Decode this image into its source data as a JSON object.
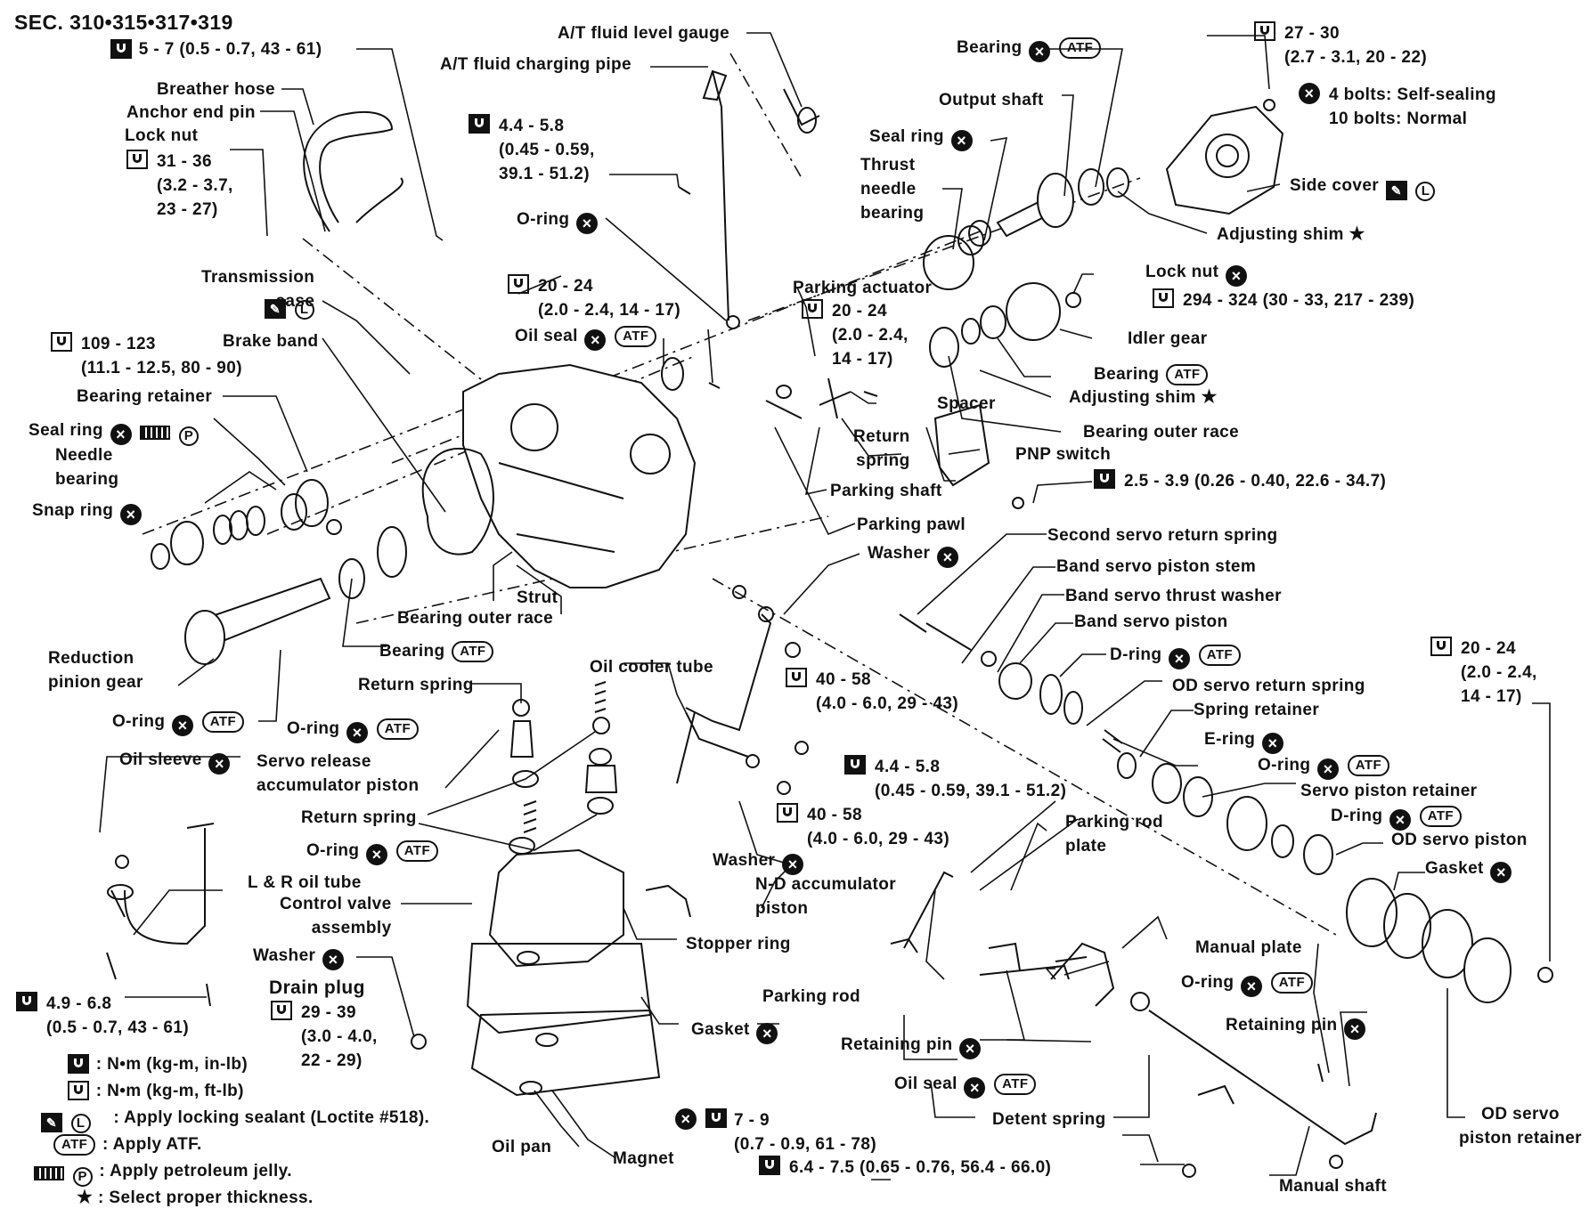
{
  "section": "SEC. 310•315•317•319",
  "labels": {
    "torque_5_7": "5 - 7 (0.5 - 0.7, 43 - 61)",
    "breather_hose": "Breather hose",
    "anchor_end_pin": "Anchor end pin",
    "lock_nut_left": "Lock nut",
    "torque_31_36": "31 - 36\n(3.2 - 3.7,\n23 - 27)",
    "transmission_case": "Transmission\ncase",
    "brake_band": "Brake band",
    "torque_109_123": "109 - 123\n(11.1 - 12.5, 80 - 90)",
    "bearing_retainer": "Bearing retainer",
    "seal_ring_left": "Seal ring",
    "needle_bearing": "Needle\nbearing",
    "snap_ring": "Snap ring",
    "af_level_gauge": "A/T fluid level gauge",
    "af_charging_pipe": "A/T fluid charging pipe",
    "torque_4_4_top": "4.4 - 5.8\n(0.45 - 0.59,\n39.1 - 51.2)",
    "oring_top": "O-ring",
    "torque_20_24_a": "20 - 24\n(2.0 - 2.4, 14 - 17)",
    "oil_seal_top": "Oil seal",
    "strut": "Strut",
    "bearing_outer_race_left": "Bearing outer race",
    "bearing_left": "Bearing",
    "reduction_pinion_gear": "Reduction\npinion gear",
    "oring_left1": "O-ring",
    "oring_left2": "O-ring",
    "return_spring_1": "Return spring",
    "oil_cooler_tube": "Oil cooler tube",
    "oil_sleeve": "Oil sleeve",
    "servo_release": "Servo release\naccumulator piston",
    "return_spring_2": "Return spring",
    "oring_left3": "O-ring",
    "lr_oil_tube": "L & R oil tube",
    "control_valve": "Control valve\nassembly",
    "washer_left": "Washer",
    "drain_plug": "Drain plug",
    "torque_29_39": "29 - 39\n(3.0 - 4.0,\n22 - 29)",
    "torque_4_9": "4.9 - 6.8\n(0.5 - 0.7, 43 - 61)",
    "stopper_ring": "Stopper ring",
    "gasket_pan": "Gasket",
    "oil_pan": "Oil pan",
    "magnet": "Magnet",
    "torque_7_9": "7 - 9\n(0.7 - 0.9, 61 - 78)",
    "torque_6_4": "6.4 - 7.5 (0.65 - 0.76, 56.4 - 66.0)",
    "bearing_top": "Bearing",
    "output_shaft": "Output shaft",
    "seal_ring_top": "Seal ring",
    "thrust_needle": "Thrust\nneedle\nbearing",
    "torque_27_30": "27 - 30\n(2.7 - 3.1, 20 - 22)",
    "bolts_note": "4 bolts: Self-sealing\n10 bolts: Normal",
    "side_cover": "Side cover",
    "adjusting_shim_1": "Adjusting shim",
    "parking_actuator": "Parking actuator",
    "torque_20_24_b": "20 - 24\n(2.0 - 2.4,\n14 - 17)",
    "lock_nut_right": "Lock nut",
    "torque_294": "294 - 324 (30 - 33, 217 - 239)",
    "idler_gear": "Idler gear",
    "bearing_right": "Bearing",
    "adjusting_shim_2": "Adjusting shim",
    "spacer": "Spacer",
    "bearing_outer_race_right": "Bearing outer race",
    "return_spring_park": "Return\nspring",
    "pnp_switch": "PNP switch",
    "parking_shaft": "Parking shaft",
    "torque_2_5": "2.5 - 3.9 (0.26 - 0.40, 22.6 - 34.7)",
    "parking_pawl": "Parking pawl",
    "second_servo": "Second servo return spring",
    "washer_mid": "Washer",
    "band_servo_stem": "Band servo piston stem",
    "band_servo_thrust": "Band servo thrust washer",
    "band_servo_piston": "Band servo piston",
    "d_ring_1": "D-ring",
    "od_servo_return": "OD servo return spring",
    "spring_retainer": "Spring retainer",
    "e_ring": "E-ring",
    "oring_right1": "O-ring",
    "servo_piston_retainer": "Servo piston retainer",
    "d_ring_2": "D-ring",
    "od_servo_piston": "OD servo piston",
    "gasket_right": "Gasket",
    "torque_20_24_c": "20 - 24\n(2.0 - 2.4,\n14 - 17)",
    "torque_40_58_a": "40 - 58\n(4.0 - 6.0, 29 - 43)",
    "torque_4_4_mid": "4.4 - 5.8\n(0.45 - 0.59, 39.1 - 51.2)",
    "torque_40_58_b": "40 - 58\n(4.0 - 6.0, 29 - 43)",
    "washer_low": "Washer",
    "nd_accumulator": "N-D accumulator\npiston",
    "parking_rod_plate": "Parking rod\nplate",
    "parking_rod": "Parking rod",
    "manual_plate": "Manual plate",
    "oring_right2": "O-ring",
    "retaining_pin_1": "Retaining pin",
    "retaining_pin_2": "Retaining pin",
    "oil_seal_low": "Oil seal",
    "detent_spring": "Detent spring",
    "manual_shaft": "Manual shaft",
    "od_servo_retainer": "OD servo\npiston retainer"
  },
  "legend": {
    "nm_in_lb": ": N•m (kg-m, in-lb)",
    "nm_ft_lb": ": N•m (kg-m, ft-lb)",
    "sealant": ": Apply locking sealant (Loctite #518).",
    "atf": ": Apply ATF.",
    "jelly": ": Apply petroleum jelly.",
    "star": ": Select proper thickness."
  },
  "symbols": {
    "atf": "ATF",
    "x": "×",
    "l": "L",
    "p": "P",
    "star": "★"
  }
}
